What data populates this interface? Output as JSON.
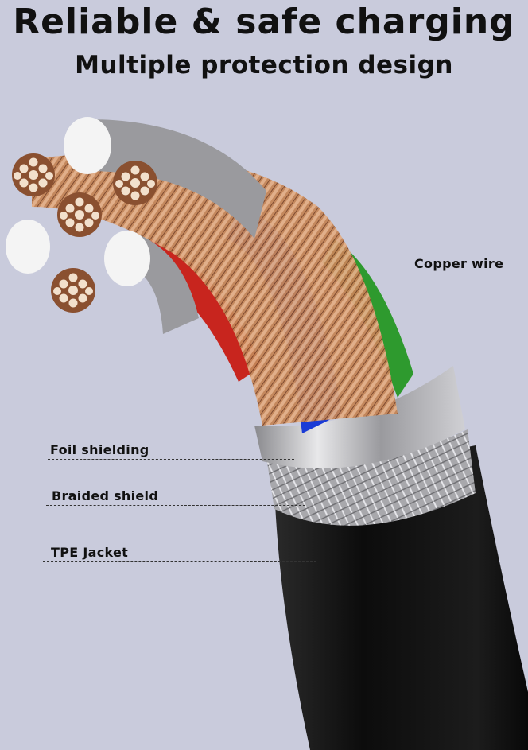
{
  "header": {
    "title": "Reliable & safe charging",
    "subtitle": "Multiple protection design"
  },
  "callouts": {
    "copper_wire": "Copper wire",
    "foil_shielding": "Foil shielding",
    "braided_shield": "Braided shield",
    "tpe_jacket": "TPE Jacket"
  },
  "colors": {
    "background": "#c9cbdc",
    "jacket": "#141414",
    "copper": "#c98a5c",
    "blue_wire": "#1a3bd6",
    "green_wire": "#2e9a2e",
    "red_wire": "#c8251e",
    "silver": "#b8b8bc"
  }
}
